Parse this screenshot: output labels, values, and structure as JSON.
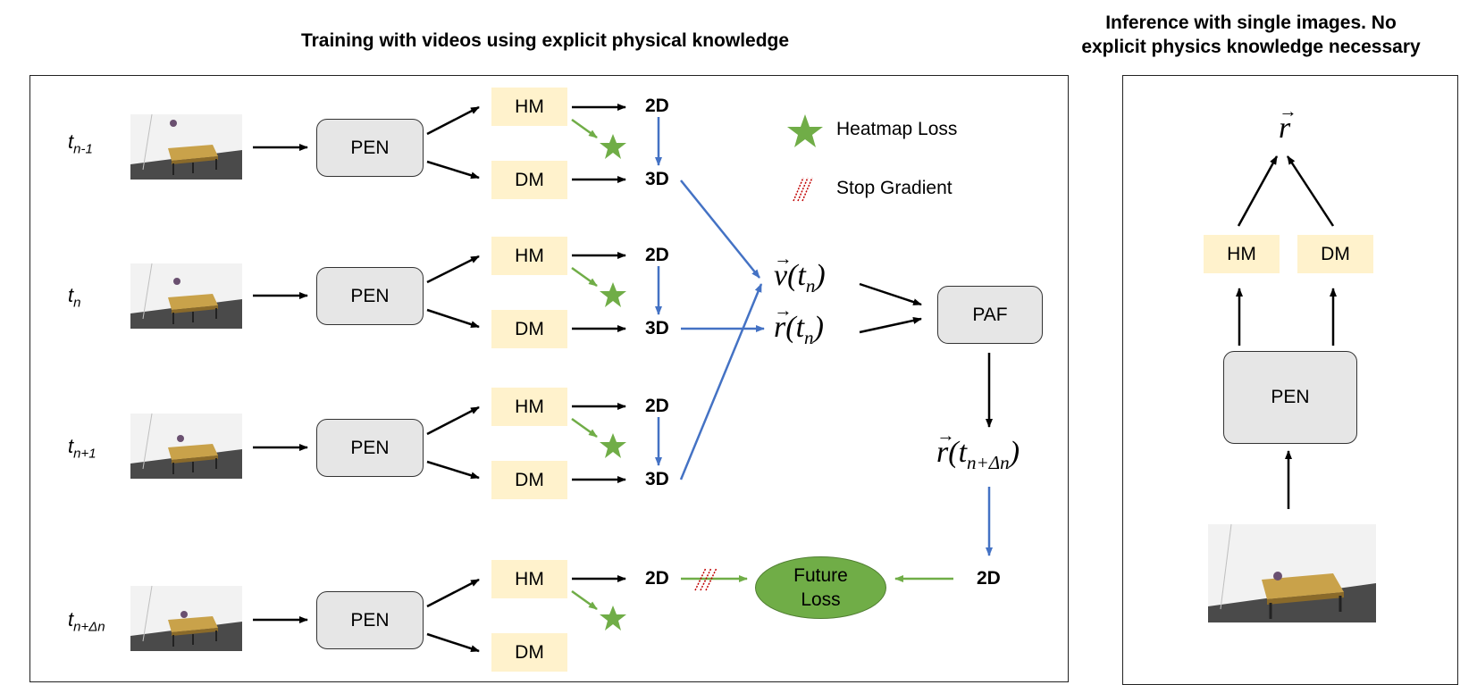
{
  "titles": {
    "training": "Training with videos using explicit physical knowledge",
    "inference_line1": "Inference with single images. No",
    "inference_line2": "explicit physics knowledge necessary"
  },
  "rows": [
    {
      "time_base": "t",
      "time_sub": "n-1",
      "pen": "PEN",
      "hm": "HM",
      "dm": "DM",
      "d2": "2D",
      "d3": "3D"
    },
    {
      "time_base": "t",
      "time_sub": "n",
      "pen": "PEN",
      "hm": "HM",
      "dm": "DM",
      "d2": "2D",
      "d3": "3D"
    },
    {
      "time_base": "t",
      "time_sub": "n+1",
      "pen": "PEN",
      "hm": "HM",
      "dm": "DM",
      "d2": "2D",
      "d3": "3D"
    },
    {
      "time_base": "t",
      "time_sub": "n+Δn",
      "pen": "PEN",
      "hm": "HM",
      "dm": "DM",
      "d2": "2D"
    }
  ],
  "legend": {
    "heatmap_loss": "Heatmap Loss",
    "stop_gradient": "Stop Gradient"
  },
  "middle": {
    "v_label": "v",
    "v_arg": "t",
    "v_sub": "n",
    "r_label": "r",
    "r_arg": "t",
    "r_sub": "n",
    "paf": "PAF",
    "r_future_label": "r",
    "r_future_arg": "t",
    "r_future_sub": "n+Δn",
    "future_2d": "2D",
    "future_loss_line1": "Future",
    "future_loss_line2": "Loss"
  },
  "inference": {
    "r_label": "r",
    "hm": "HM",
    "dm": "DM",
    "pen": "PEN"
  },
  "colors": {
    "box_fill": "#fff2cc",
    "pen_fill": "#e6e6e6",
    "blue_arrow": "#4472c4",
    "green": "#70ad47",
    "stop_gradient": "#c00000"
  }
}
